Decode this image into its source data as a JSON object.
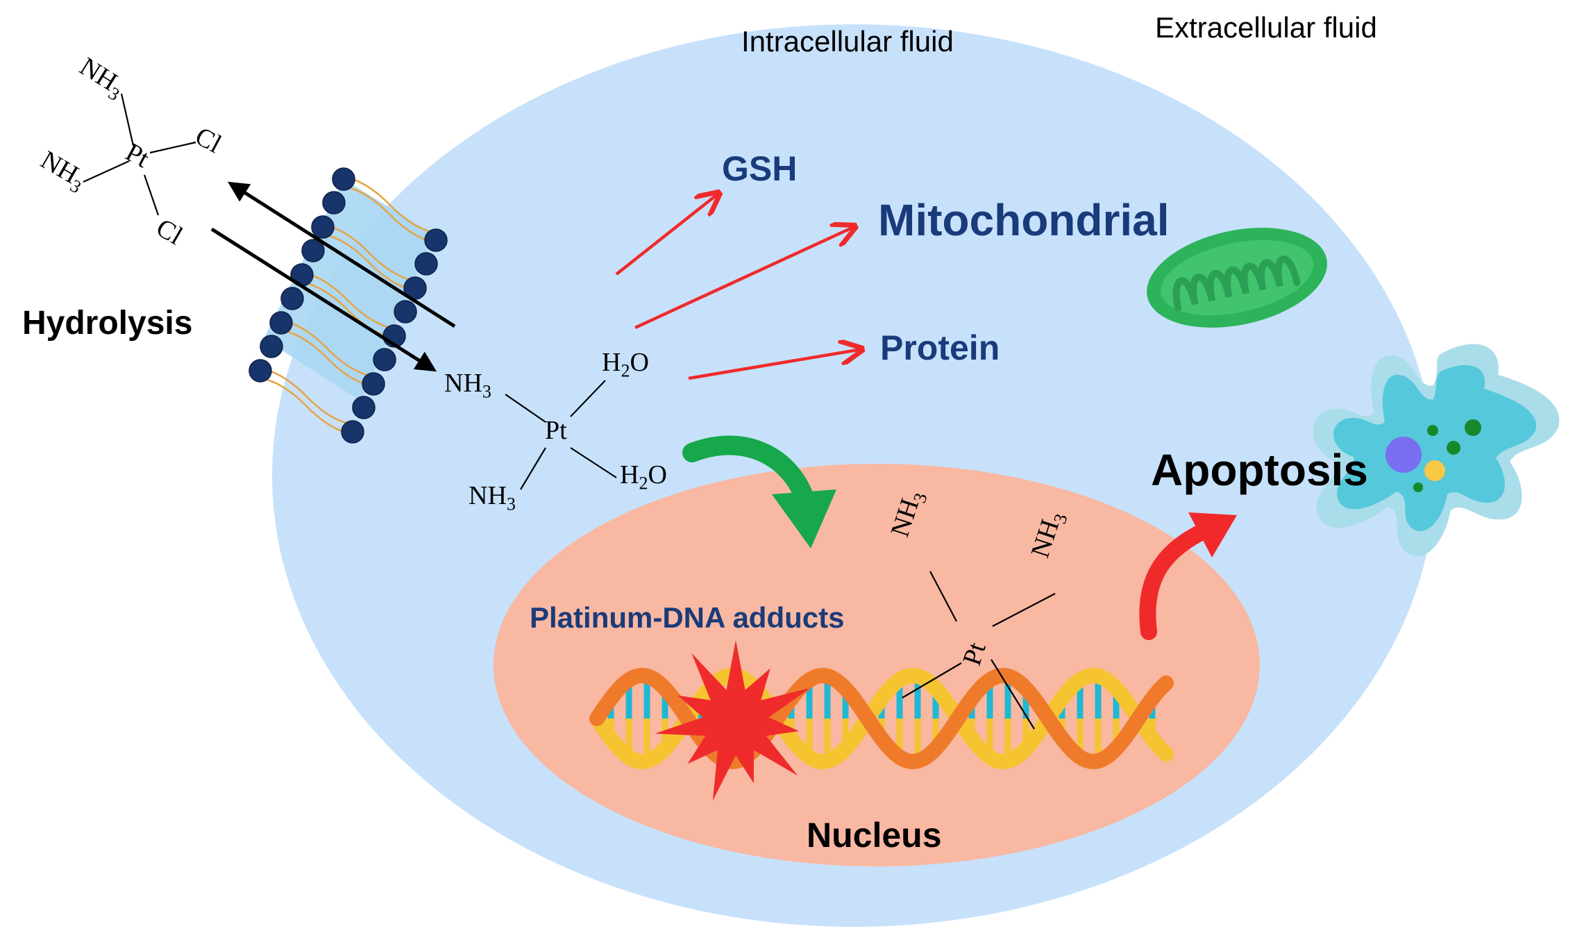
{
  "labels": {
    "extracellular": "Extracellular fluid",
    "intracellular": "Intracellular fluid",
    "hydrolysis": "Hydrolysis",
    "gsh": "GSH",
    "mitochondrial": "Mitochondrial",
    "protein": "Protein",
    "apoptosis": "Apoptosis",
    "adducts": "Platinum-DNA adducts",
    "nucleus": "Nucleus"
  },
  "chem": {
    "pt": "Pt",
    "cl": "Cl",
    "nh": "NH",
    "h": "H",
    "o": "O",
    "sub3": "3",
    "sub2": "2"
  },
  "colors": {
    "cell": "#c7e1fb",
    "nucleus": "#f8b8a2",
    "membrane_head": "#17356b",
    "arrow_red": "#f02a2a",
    "arrow_green": "#16a84a",
    "mitochondrion": "#2db35a",
    "dna_gold": "#f5c430",
    "dna_orange": "#ef7b2a",
    "base_cyan": "#1fb8d4",
    "apoptotic_cell": "#55c8dc",
    "blast": "#ef2b2b"
  },
  "icons": [
    "lipid-bilayer-icon",
    "mitochondrion-icon",
    "dna-helix-icon",
    "apoptotic-cell-icon",
    "burst-icon"
  ]
}
